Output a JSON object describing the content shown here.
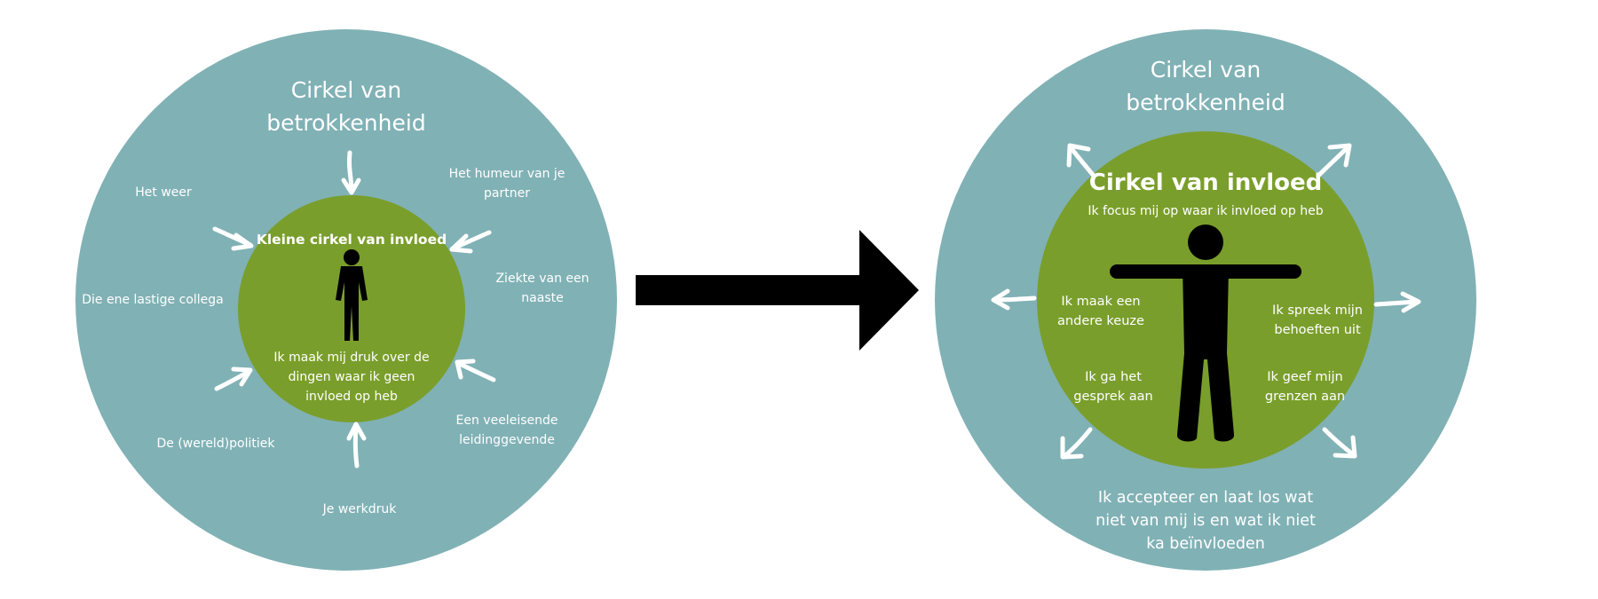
{
  "colors": {
    "outer_circle": "#80b1b5",
    "inner_circle": "#7a9e2b",
    "figure": "#000000",
    "arrows": "#ffffff",
    "big_arrow": "#000000"
  },
  "left_diagram": {
    "outer_title": [
      "Cirkel van",
      "betrokkenheid"
    ],
    "inner_title": "Kleine cirkel van invloed",
    "inner_text": [
      "Ik maak mij druk over de",
      "dingen waar ik geen",
      "invloed op heb"
    ],
    "concerns": {
      "weather": "Het weer",
      "mood": [
        "Het humeur van je",
        "partner"
      ],
      "colleague": "Die ene lastige collega",
      "illness": [
        "Ziekte van een",
        "naaste"
      ],
      "politics": "De (wereld)politiek",
      "manager": [
        "Een veeleisende",
        "leidinggevende"
      ],
      "workload": "Je werkdruk"
    },
    "arrow_direction": "inward",
    "figure_icon": "person-icon"
  },
  "transition_arrow_icon": "arrow-right-icon",
  "right_diagram": {
    "outer_title": [
      "Cirkel van",
      "betrokkenheid"
    ],
    "inner_title": "Cirkel van invloed",
    "inner_subtitle": "Ik focus mij op waar ik invloed op heb",
    "actions": {
      "choice": [
        "Ik maak een",
        "andere keuze"
      ],
      "needs": [
        "Ik spreek mijn",
        "behoeften uit"
      ],
      "conversation": [
        "Ik ga het",
        "gesprek aan"
      ],
      "boundaries": [
        "Ik geef mijn",
        "grenzen aan"
      ]
    },
    "bottom_text": [
      "Ik accepteer en laat los wat",
      "niet van mij is en wat ik niet",
      "ka beïnvloeden"
    ],
    "arrow_direction": "outward",
    "figure_icon": "person-arms-spread-icon"
  }
}
